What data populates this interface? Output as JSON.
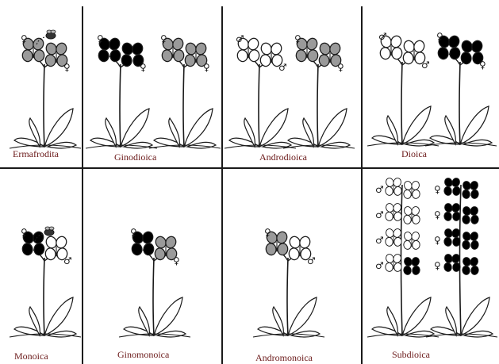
{
  "colors": {
    "male": "#ffffff",
    "female": "#000000",
    "hermaphrodite": "#9a9a9a",
    "label": "#6b1a1a",
    "stroke": "#1a1a1a"
  },
  "symbols": {
    "male": "♂",
    "female": "♀"
  },
  "panels": [
    {
      "label": "Ermafrodita",
      "plants": [
        {
          "flowers": [
            "hermaphrodite",
            "hermaphrodite"
          ]
        }
      ],
      "bee": true
    },
    {
      "label": "Ginodioica",
      "plants": [
        {
          "flowers": [
            "female",
            "female"
          ]
        },
        {
          "flowers": [
            "hermaphrodite",
            "hermaphrodite"
          ]
        }
      ]
    },
    {
      "label": "Androdioica",
      "plants": [
        {
          "flowers": [
            "male",
            "male"
          ]
        },
        {
          "flowers": [
            "hermaphrodite",
            "hermaphrodite"
          ]
        }
      ]
    },
    {
      "label": "Dioica",
      "plants": [
        {
          "flowers": [
            "male",
            "male"
          ]
        },
        {
          "flowers": [
            "female",
            "female"
          ]
        }
      ]
    },
    {
      "label": "Monoica",
      "plants": [
        {
          "flowers": [
            "female",
            "male"
          ]
        }
      ],
      "bee": true
    },
    {
      "label": "Ginomonoica",
      "plants": [
        {
          "flowers": [
            "female",
            "hermaphrodite"
          ]
        }
      ]
    },
    {
      "label": "Andromonoica",
      "plants": [
        {
          "flowers": [
            "hermaphrodite",
            "male"
          ]
        }
      ]
    },
    {
      "label": "Subdioica",
      "plants": [
        {
          "flowers": [
            "male",
            "male",
            "male",
            "male",
            "male",
            "male",
            "male",
            "female"
          ],
          "tall": true
        },
        {
          "flowers": [
            "female",
            "female",
            "female",
            "female",
            "female",
            "female",
            "female",
            "female"
          ],
          "tall": true
        }
      ]
    }
  ]
}
